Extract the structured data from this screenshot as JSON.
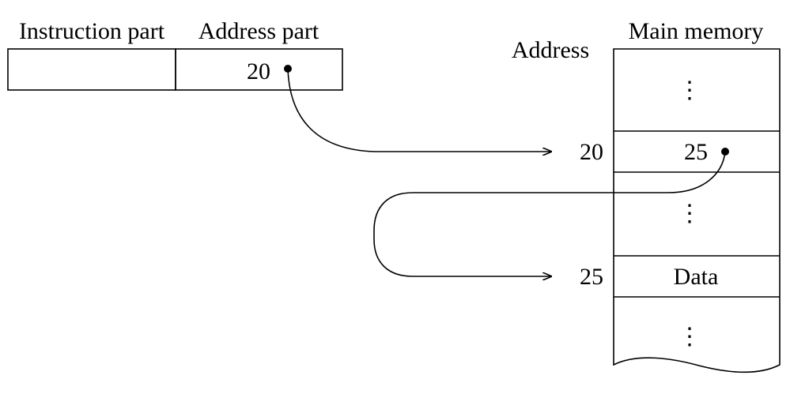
{
  "instruction": {
    "instruction_part_label": "Instruction part",
    "address_part_label": "Address part",
    "address_value": "20"
  },
  "memory": {
    "title": "Main memory",
    "address_column_label": "Address",
    "cells": [
      {
        "address": "",
        "content": "⋮"
      },
      {
        "address": "20",
        "content": "25"
      },
      {
        "address": "",
        "content": "⋮"
      },
      {
        "address": "25",
        "content": "Data"
      },
      {
        "address": "",
        "content": "⋮"
      }
    ]
  }
}
